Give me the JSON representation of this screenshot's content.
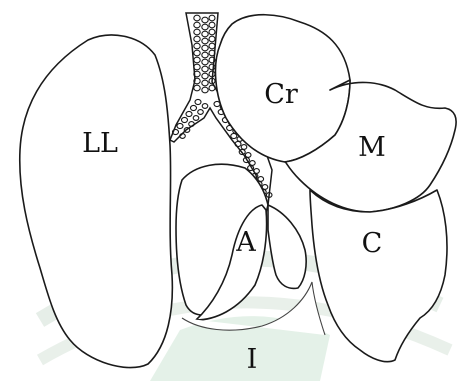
{
  "labels": {
    "left_lobe": "LL",
    "cranial": "Cr",
    "middle": "M",
    "caudal": "C",
    "accessory": "A",
    "intermediate": "I"
  },
  "colors": {
    "outline": "#1a1a1a",
    "watermark_arc": "#e3ece5",
    "watermark_band": "#dfeee4"
  }
}
